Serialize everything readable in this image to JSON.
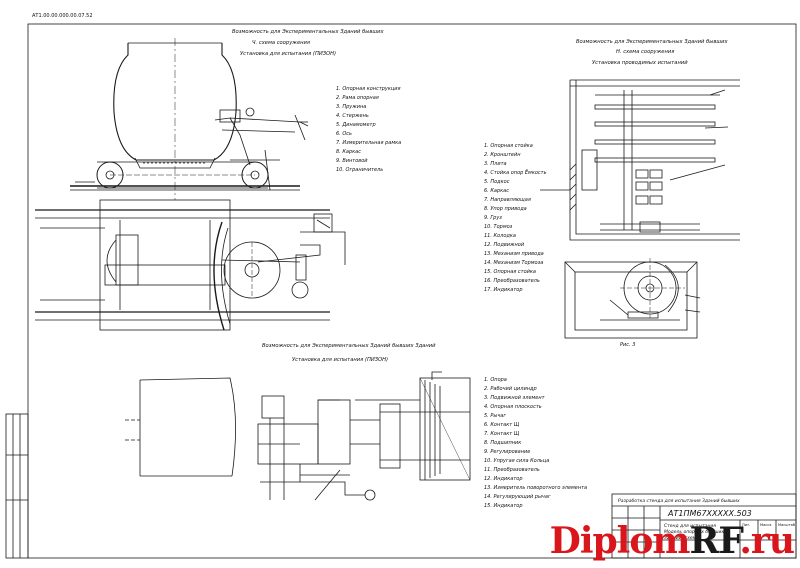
{
  "sheet": {
    "corner_code": "АТ1.00.00.000.00.07.52",
    "titles": {
      "top_left_1": "Возможность для Экспериментальных Зданий бывших",
      "top_left_2": "Ч. схема сооружения",
      "top_left_3": "Установка для испытания (ПИЗОН)",
      "top_right_1": "Возможность для Экспериментальных Зданий бывших",
      "top_right_2": "Н. схема сооружения",
      "top_right_3": "Установка проводимых испытаний",
      "bottom_1": "Возможность для Экспериментальных Зданий бывших Зданий",
      "bottom_2": "Установка для испытания (ПИЗОН)"
    },
    "fig_label": "Рис. 3",
    "legend_top_left": [
      "1. Опорная конструкция",
      "2. Рама опорная",
      "3. Пружина",
      "4. Стержень",
      "5. Динамометр",
      "6. Ось",
      "7. Измерительная рамка",
      "8. Каркас",
      "9. Винтовой",
      "10. Ограничитель"
    ],
    "legend_right": [
      "1. Опорная стойка",
      "2. Кронштейн",
      "3. Плита",
      "4. Стойка опор Ёмкость",
      "5. Подкос",
      "6. Каркас",
      "7. Направляющая",
      "8. Упор привода",
      "9. Груз",
      "10. Тормоз",
      "11. Колодка",
      "12. Подвижной",
      "13. Механизм привода",
      "14. Механизм Тормоза",
      "15. Опорная стойка",
      "16. Преобразователь",
      "17. Индикатор"
    ],
    "legend_bottom": [
      "1. Опора",
      "2. Рабочий цилиндр",
      "3. Подвижной элемент",
      "4. Опорная плоскость",
      "5. Рычаг",
      "6. Контакт Щ",
      "7. Контакт Щ",
      "8. Подшипник",
      "9. Регулирование",
      "10. Упругая сила Кольца",
      "11. Преобразователь",
      "12. Индикатор",
      "13. Измеритель поворотного элемента",
      "14. Регулирующий рычаг",
      "15. Индикатор"
    ],
    "title_block": {
      "doc_code": "АТ1ПМ67ХХХХХ.503",
      "name_line_1": "Стенд для испытания",
      "name_line_2": "Модель опорных бывших",
      "name_line_3": "Зданий (схемы)",
      "header": "Разработка стенда для испытания Зданий бывших",
      "cells": [
        "Лит.",
        "Масса",
        "Масштаб"
      ]
    },
    "watermark": {
      "part1": "Diplom",
      "part2": "RF",
      "part3": ".ru"
    },
    "colors": {
      "ink": "#1a1a1a",
      "watermark_red": "#d9161c"
    }
  }
}
